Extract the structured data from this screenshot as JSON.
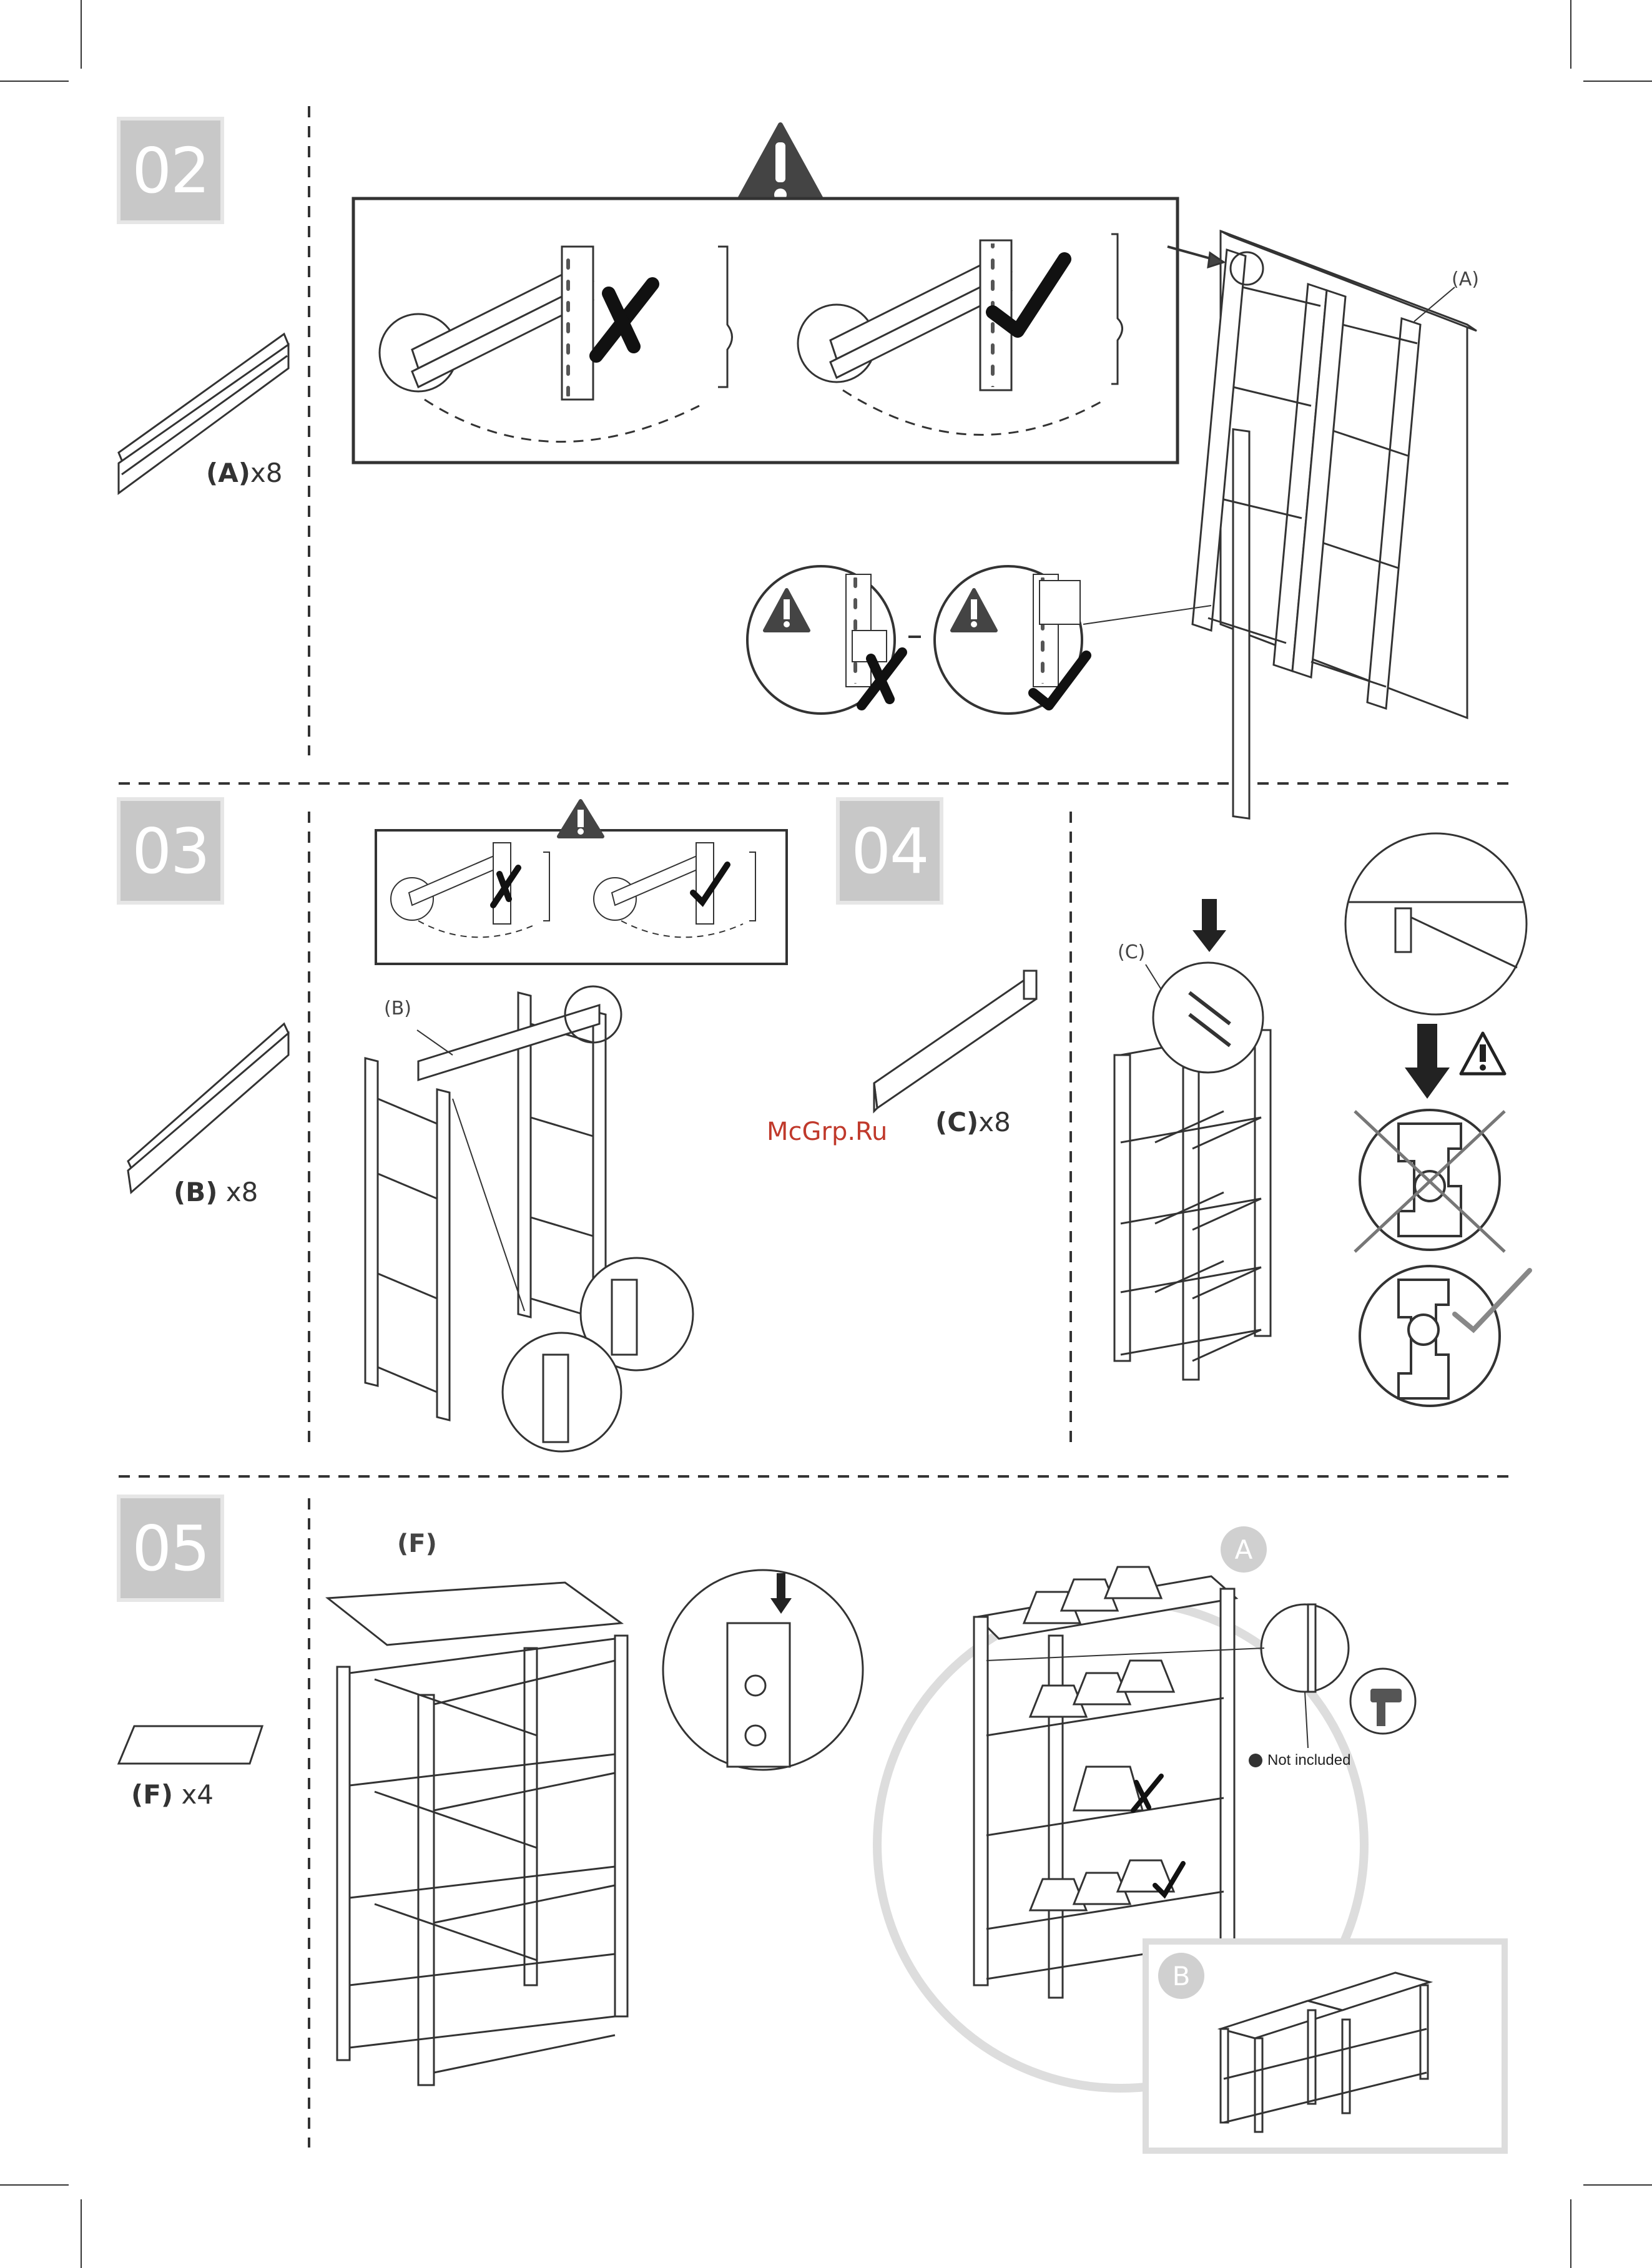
{
  "steps": {
    "s02": {
      "number": "02",
      "part_label": "(A)",
      "part_qty": "x8",
      "callout_label": "(A)"
    },
    "s03": {
      "number": "03",
      "part_label": "(B)",
      "part_qty": " x8",
      "callout_label": "(B)"
    },
    "s04": {
      "number": "04",
      "part_label": "(C)",
      "part_qty": "x8",
      "callout_label": "(C)"
    },
    "s05": {
      "number": "05",
      "part_label": "(F)",
      "part_qty": " x4",
      "callout_label": "(F)",
      "badge_a": "A",
      "badge_b": "B",
      "not_included": "Not included"
    }
  },
  "watermark": "McGrp.Ru",
  "icons": [
    "warning-icon",
    "cross-mark-icon",
    "check-mark-icon",
    "down-arrow-icon",
    "drill-icon"
  ]
}
